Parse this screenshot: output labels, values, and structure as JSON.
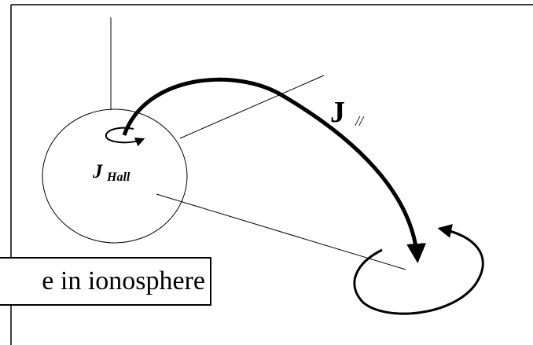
{
  "diagram": {
    "j_hall_main": "J",
    "j_hall_sub": "Hall",
    "j_parallel_main": "J",
    "j_parallel_sub": "//",
    "ionosphere_label": "e in ionosphere"
  }
}
